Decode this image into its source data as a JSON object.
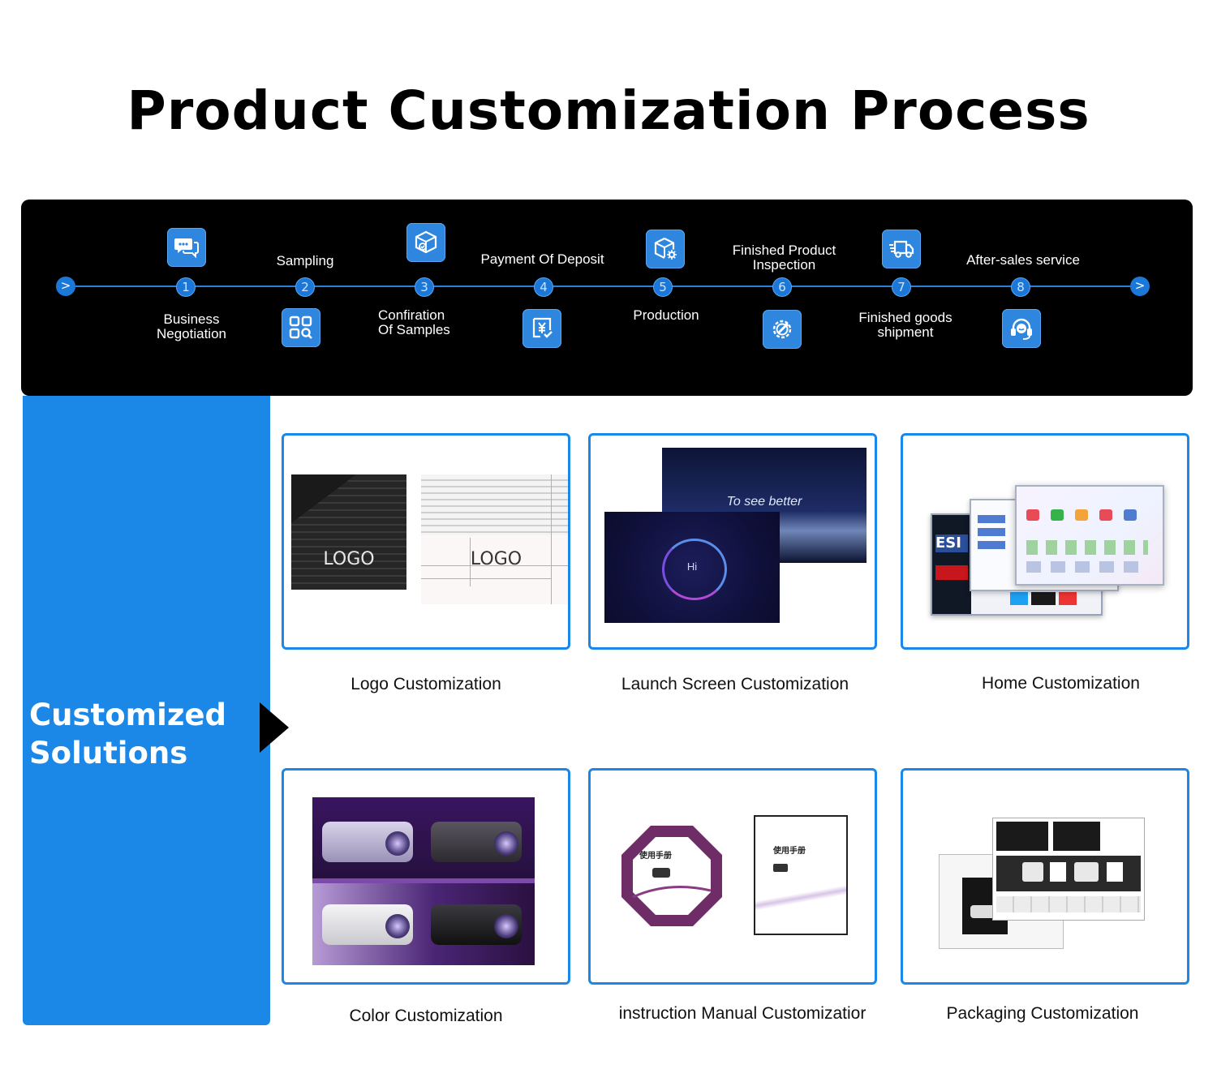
{
  "title": "Product Customization Process",
  "process": {
    "steps": [
      {
        "num": "1",
        "label": "Business\nNegotiation",
        "icon": "chat-icon"
      },
      {
        "num": "2",
        "label": "Sampling",
        "icon": "grid-search-icon"
      },
      {
        "num": "3",
        "label": "Confiration\nOf Samples",
        "icon": "box-check-icon"
      },
      {
        "num": "4",
        "label": "Payment Of Deposit",
        "icon": "yen-payment-icon"
      },
      {
        "num": "5",
        "label": "Production",
        "icon": "box-gear-icon"
      },
      {
        "num": "6",
        "label": "Finished Product\nInspection",
        "icon": "gear-wrench-icon"
      },
      {
        "num": "7",
        "label": "Finished goods\nshipment",
        "icon": "truck-icon"
      },
      {
        "num": "8",
        "label": "After-sales service",
        "icon": "headset-icon"
      }
    ],
    "nav": {
      "prev": ">",
      "next": ">"
    }
  },
  "sidebar": {
    "title_line1": "Customized",
    "title_line2": "Solutions"
  },
  "cards": [
    {
      "label": "Logo Customization",
      "art_text": [
        "LOGO",
        "LOGO"
      ]
    },
    {
      "label": "Launch Screen Customization",
      "art_text": [
        "To see better",
        "Hi"
      ]
    },
    {
      "label": "Home Customization"
    },
    {
      "label": "Color Customization"
    },
    {
      "label": "instruction Manual Customizatior",
      "art_text": [
        "使用手册",
        "使用手册"
      ]
    },
    {
      "label": "Packaging Customization"
    }
  ],
  "colors": {
    "accent": "#1b87e6",
    "process_bg": "#000000",
    "node": "#1b78d8"
  }
}
